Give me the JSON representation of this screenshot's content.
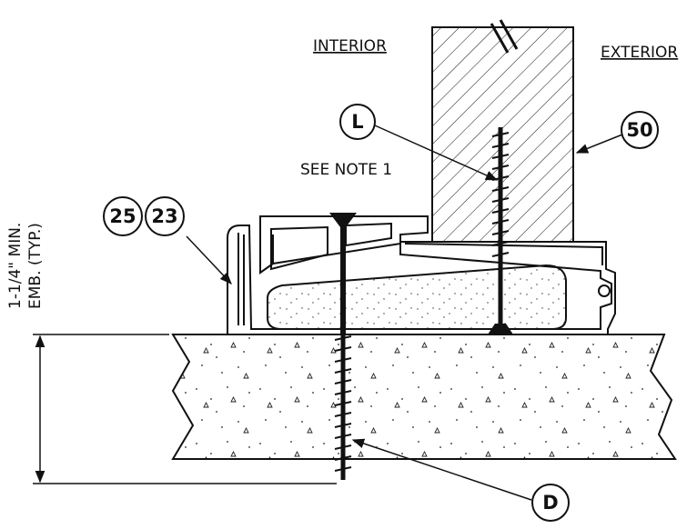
{
  "labels": {
    "interior": "INTERIOR",
    "exterior": "EXTERIOR",
    "see_note": "SEE NOTE 1",
    "embed_line1": "1-1/4\" MIN.",
    "embed_line2": "EMB. (TYP.)"
  },
  "callouts": {
    "fastener_top": "L",
    "substrate": "50",
    "frame_a": "25",
    "frame_b": "23",
    "anchor": "D"
  },
  "colors": {
    "line": "#111111",
    "background": "#ffffff"
  }
}
